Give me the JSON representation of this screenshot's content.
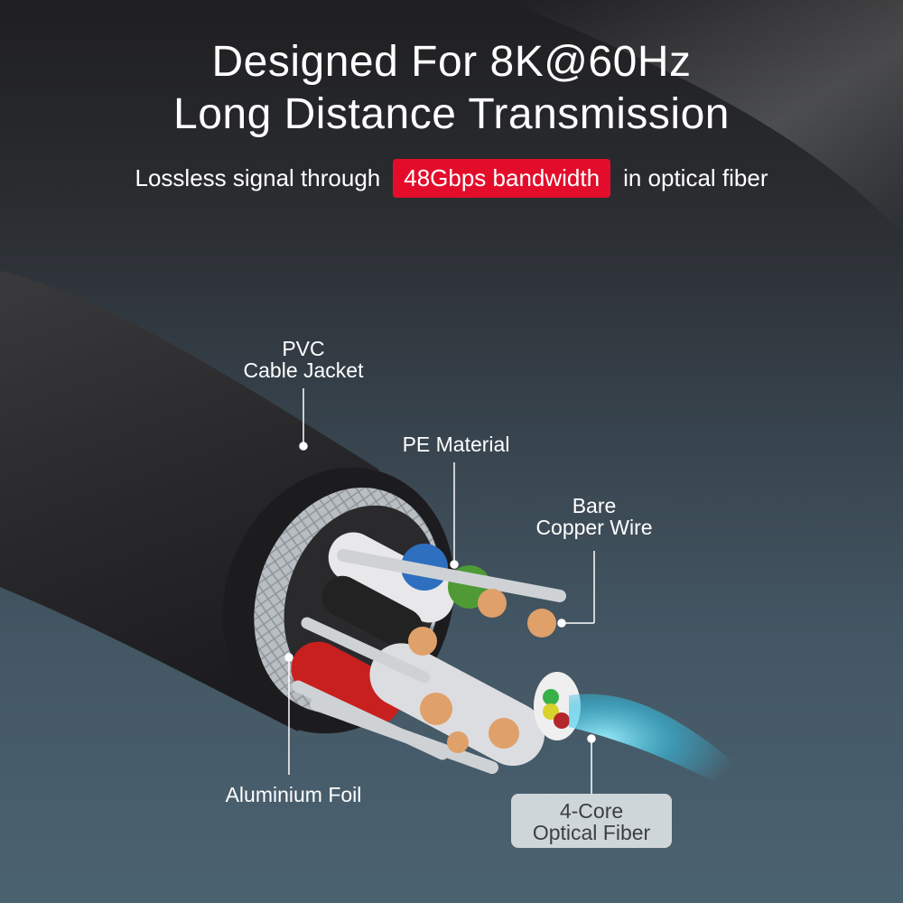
{
  "headline": {
    "line1": "Designed For 8K@60Hz",
    "line2": "Long Distance Transmission"
  },
  "subheadline": {
    "prefix": "Lossless signal through",
    "highlight": "48Gbps bandwidth",
    "suffix": "in optical fiber",
    "highlight_color": "#e30d2b"
  },
  "callouts": {
    "pvc": {
      "line1": "PVC",
      "line2": "Cable Jacket"
    },
    "pe": {
      "line1": "PE Material"
    },
    "copper": {
      "line1": "Bare",
      "line2": "Copper Wire"
    },
    "foil": {
      "line1": "Aluminium Foil"
    },
    "fiber": {
      "line1": "4-Core",
      "line2": "Optical Fiber"
    }
  },
  "colors": {
    "accent_red": "#e30d2b",
    "fiber_glow": "#5fd6f0",
    "jacket": "#2b2b2d",
    "copper": "#d7955c"
  }
}
